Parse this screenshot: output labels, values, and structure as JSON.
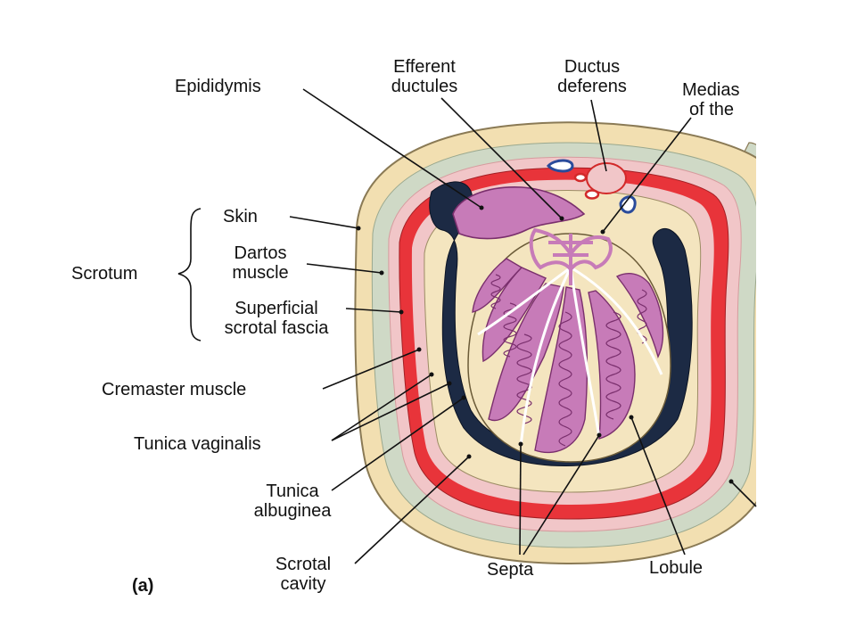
{
  "figure": {
    "panel_letter": "(a)",
    "colors": {
      "skin": "#f2dfb1",
      "skin_line": "#8a7a55",
      "dartos_fascia": "#cfd9c6",
      "cremaster": "#e8343a",
      "pink_layer": "#f1c6c8",
      "tunica_vaginalis": "#1c2a44",
      "albuginea": "#f4e5bf",
      "lobule_tubules": "#c77bb8",
      "tubule_outline": "#7a2f6d",
      "vessel_blue": "#2a4b9b",
      "vessel_red": "#d22a2a",
      "between_scrotum": "#f1d6dc"
    },
    "labels": {
      "epididymis": "Epididymis",
      "efferent_1": "Efferent",
      "efferent_2": "ductules",
      "ductus_1": "Ductus",
      "ductus_2": "deferens",
      "mediastinum_1": "Medias",
      "mediastinum_2": "of the",
      "skin": "Skin",
      "dartos_1": "Dartos",
      "dartos_2": "muscle",
      "scrotum": "Scrotum",
      "fascia_1": "Superficial",
      "fascia_2": "scrotal fascia",
      "cremaster": "Cremaster muscle",
      "tunica_vaginalis": "Tunica vaginalis",
      "albuginea_1": "Tunica",
      "albuginea_2": "albuginea",
      "cavity_1": "Scrotal",
      "cavity_2": "cavity",
      "septa": "Septa",
      "lobule": "Lobule"
    }
  }
}
